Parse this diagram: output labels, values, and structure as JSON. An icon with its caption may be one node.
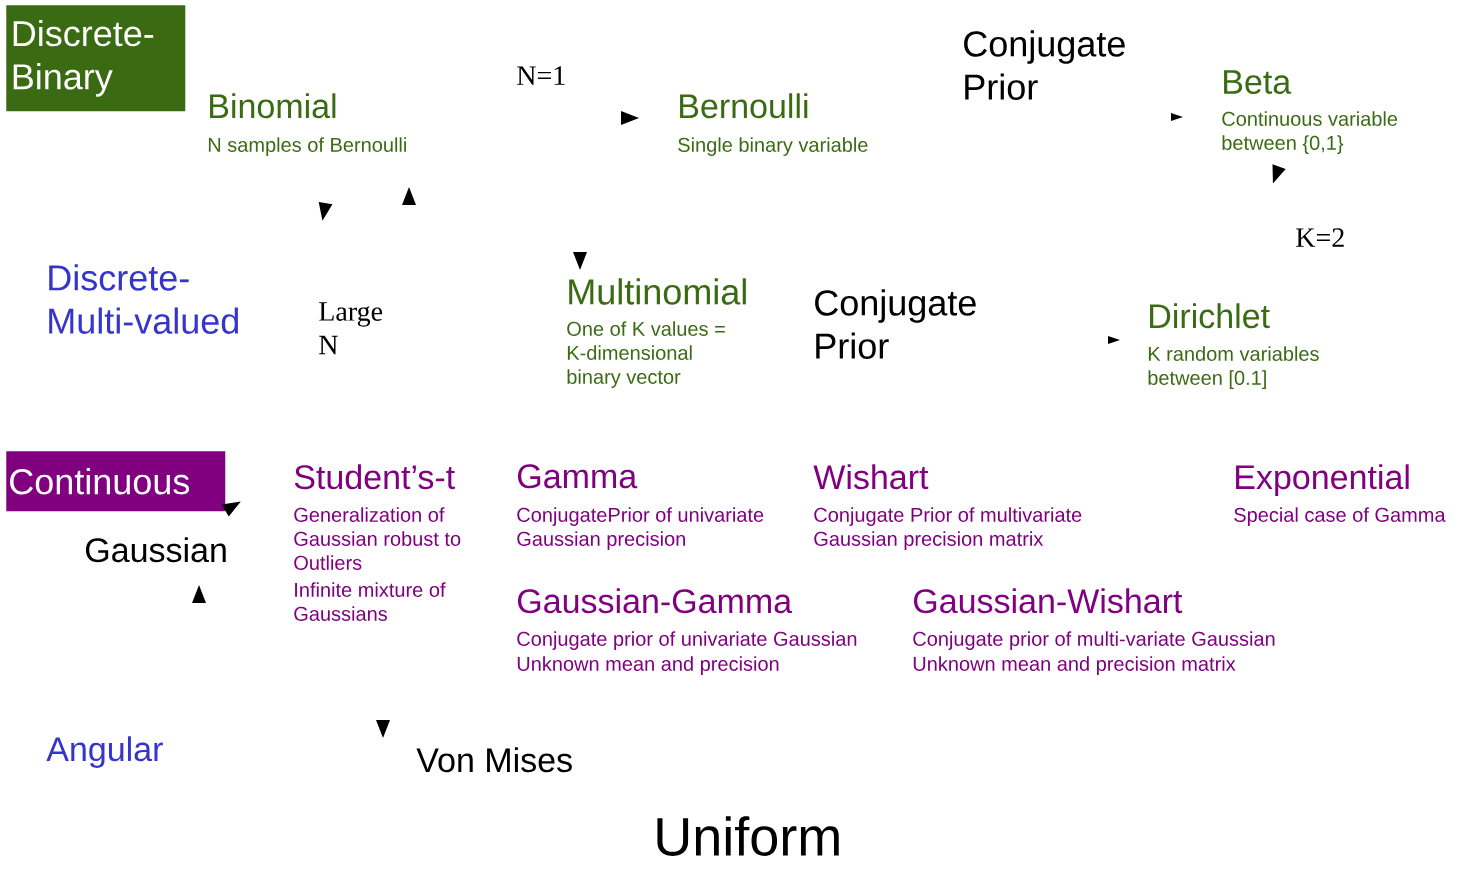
{
  "diagram": {
    "nodes": [
      {
        "text": [
          "Discrete-Binary"
        ]
      },
      {
        "text": [
          "Continuous"
        ]
      }
    ],
    "labels": [
      "Binomial",
      "N samples of Bernoulli",
      "N=1",
      "Bernoulli",
      "Single binary variable",
      "Conjugate Prior",
      "Beta",
      "Continuous variable between {0,1}",
      "K=2",
      "Discrete-Multi-valued",
      "Large N",
      "Multinomial",
      "One of K values = K-dimensional binary vector",
      "Conjugate Prior",
      "Dirichlet",
      "K random variables between [0.1]",
      "Gaussian",
      "Student’s-t",
      "Generalization of Gaussian robust to Outliers",
      "Infinite mixture of Gaussians",
      "Gamma",
      "ConjugatePrior of univariate Gaussian precision",
      "Wishart",
      "Conjugate Prior of multivariate Gaussian precision matrix",
      "Exponential",
      "Special case of Gamma",
      "Gaussian-Gamma",
      "Conjugate prior of univariate Gaussian",
      "Unknown mean and precision",
      "Gaussian-Wishart",
      "Conjugate prior of multi-variate Gaussian",
      "Unknown mean and precision matrix",
      "Angular",
      "Von Mises",
      "Uniform"
    ]
  }
}
